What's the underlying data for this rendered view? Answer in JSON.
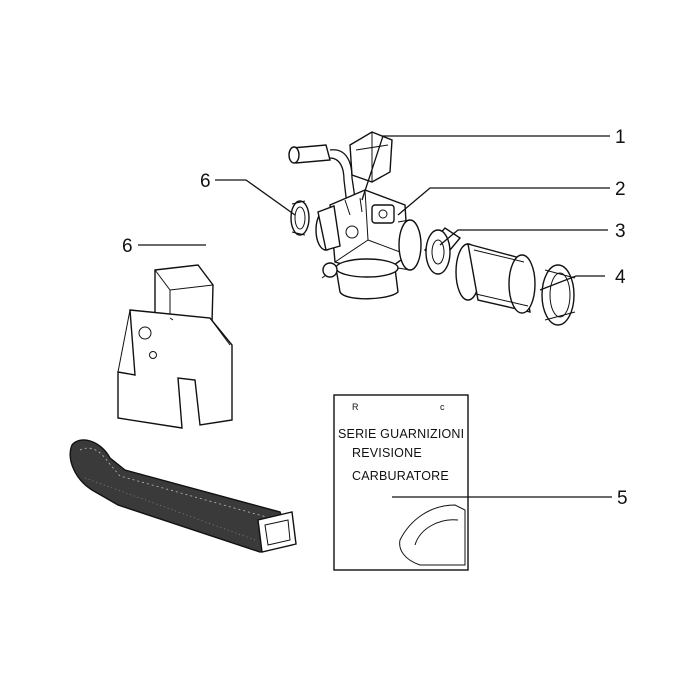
{
  "callouts": {
    "c1": "1",
    "c2": "2",
    "c3": "3",
    "c4": "4",
    "c5": "5",
    "c6a": "6",
    "c6b": "6"
  },
  "kit_sheet": {
    "line1": "SERIE GUARNIZIONI",
    "line2": "REVISIONE",
    "line3": "CARBURATORE"
  },
  "colors": {
    "ink": "#111111",
    "paper": "#ffffff"
  }
}
